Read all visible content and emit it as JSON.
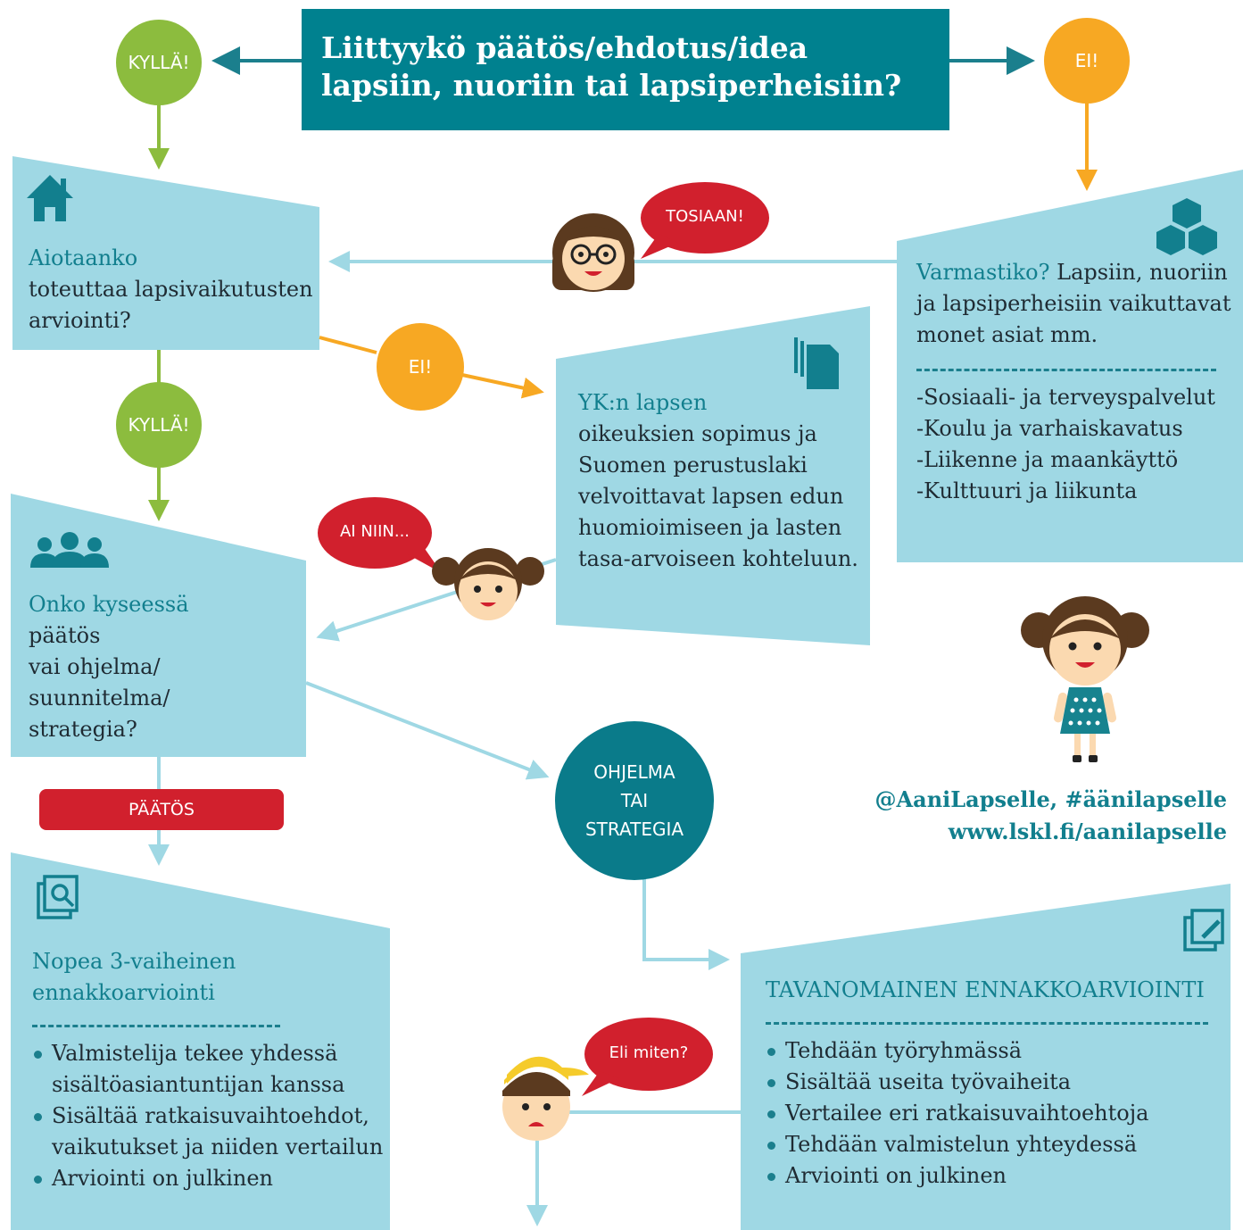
{
  "title": {
    "line1": "Liittyykö päätös/ehdotus/idea",
    "line2": "lapsiin, nuoriin tai lapsiperheisiin?"
  },
  "badges": {
    "yes_top": "KYLLÄ!",
    "no_top": "EI!",
    "no_mid": "EI!",
    "yes_mid": "KYLLÄ!",
    "paatos": "PÄÄTÖS",
    "program": [
      "OHJELMA",
      "TAI",
      "STRATEGIA"
    ]
  },
  "box_assess": {
    "highlight": "Aiotaanko",
    "lines": [
      "toteuttaa lapsivaikutusten",
      "arviointi?"
    ]
  },
  "box_sure": {
    "highlight": "Varmastiko?",
    "lead": "Lapsiin, nuoriin",
    "lines": [
      "ja lapsiperheisiin vaikuttavat",
      "monet asiat mm."
    ],
    "list": [
      "-Sosiaali- ja terveyspalvelut",
      "-Koulu ja varhaiskavatus",
      "-Liikenne ja maankäyttö",
      "-Kulttuuri ja liikunta"
    ]
  },
  "box_un": {
    "highlight": "YK:n lapsen",
    "lines": [
      "oikeuksien sopimus ja",
      "Suomen perustuslaki",
      "velvoittavat lapsen edun",
      "huomioimiseen ja lasten",
      "tasa-arvoiseen kohteluun."
    ]
  },
  "box_type": {
    "highlight": "Onko kyseessä",
    "lines": [
      "päätös",
      "vai ohjelma/",
      "suunnitelma/",
      "strategia?"
    ]
  },
  "box_quick": {
    "highlight": [
      "Nopea 3-vaiheinen",
      "ennakkoarviointi"
    ],
    "bullets": [
      [
        "Valmistelija tekee yhdessä",
        "sisältöasiantuntijan kanssa"
      ],
      [
        "Sisältää ratkaisuvaihtoehdot,",
        "vaikutukset ja niiden vertailun"
      ],
      [
        "Arviointi on julkinen"
      ]
    ]
  },
  "box_normal": {
    "highlight": "TAVANOMAINEN ENNAKKOARVIOINTI",
    "bullets": [
      "Tehdään työryhmässä",
      "Sisältää useita työvaiheita",
      "Vertailee eri ratkaisuvaihtoehtoja",
      "Tehdään valmistelun yhteydessä",
      "Arviointi on julkinen"
    ]
  },
  "speech": {
    "tosiaan": "TOSIAAN!",
    "ai_niin": "AI NIIN...",
    "eli_miten": "Eli miten?"
  },
  "contact": {
    "handle": "@AaniLapselle, #äänilapselle",
    "url": "www.lskl.fi/aanilapselle"
  },
  "colors": {
    "teal_dark": "#00818f",
    "light_blue": "#9fd8e4",
    "green": "#8cbc3e",
    "orange": "#f7a823",
    "red": "#d1202d"
  },
  "icons": [
    "house-icon",
    "cubes-icon",
    "documents-icon",
    "people-icon",
    "search-document-icon",
    "edit-document-icon"
  ]
}
